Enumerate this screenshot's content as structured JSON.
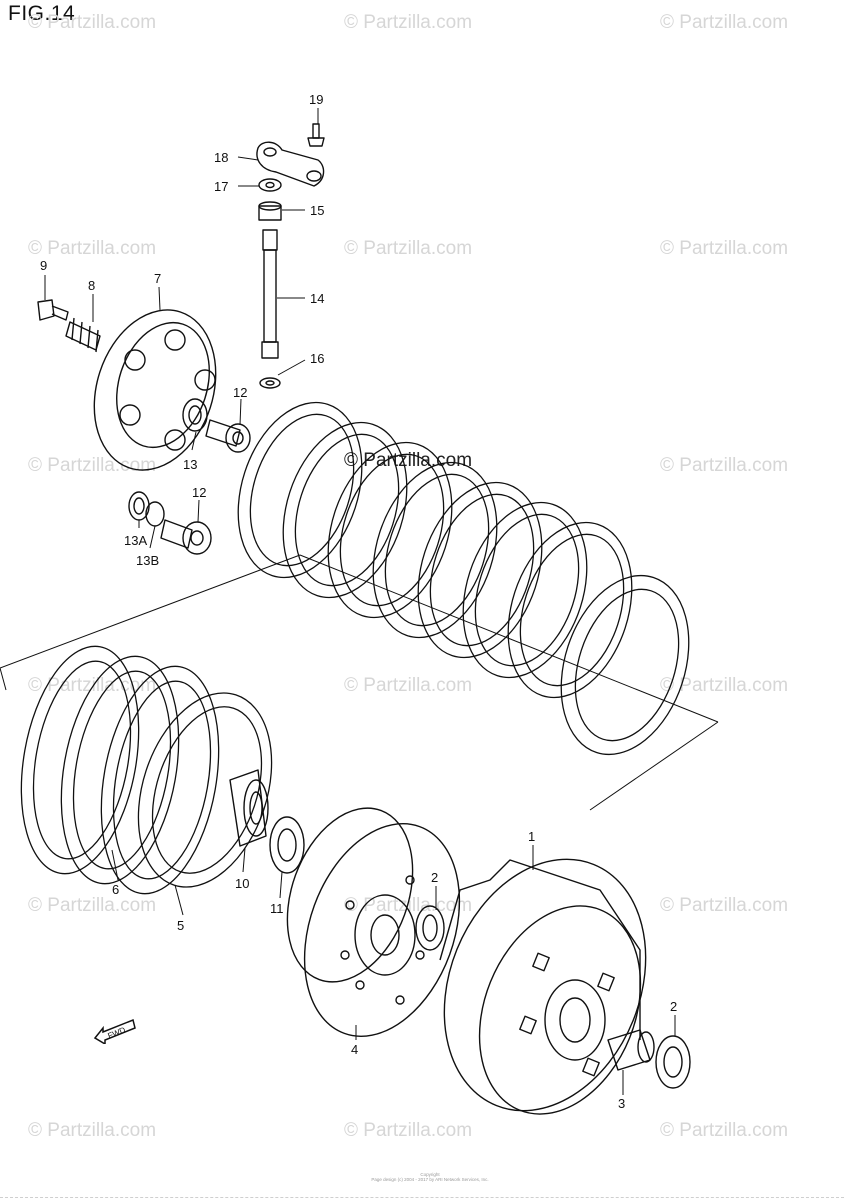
{
  "figure": {
    "title": "FIG.14"
  },
  "watermark": {
    "text": "© Partzilla.com",
    "center_text": "© Partzilla.com"
  },
  "direction_arrow": {
    "label": "FWD"
  },
  "callouts": [
    "19",
    "18",
    "17",
    "15",
    "14",
    "16",
    "9",
    "8",
    "7",
    "12",
    "13",
    "12",
    "13A",
    "13B",
    "1",
    "2",
    "2",
    "3",
    "4",
    "5",
    "6",
    "10",
    "11"
  ],
  "footer": {
    "line1": "Copyright",
    "line2": "Page design (c) 2004 - 2017 by ARI Network Services, Inc."
  }
}
